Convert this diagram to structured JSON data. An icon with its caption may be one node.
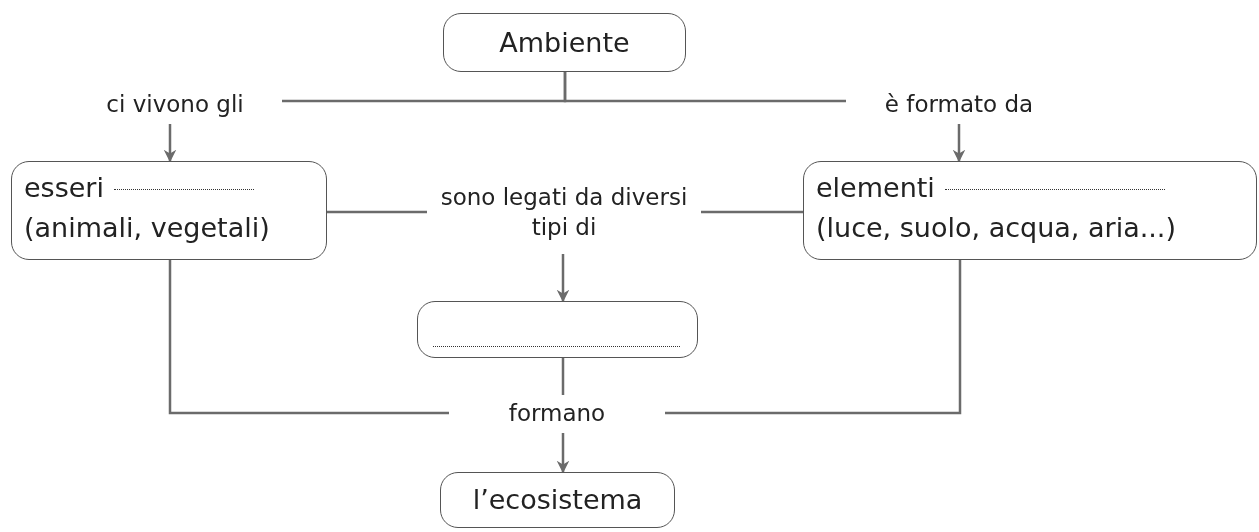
{
  "diagram": {
    "nodes": [
      {
        "text": [
          "Ambiente"
        ]
      },
      {
        "text": [
          "ci vivono gli"
        ]
      },
      {
        "text": [
          "è formato da"
        ]
      },
      {
        "text": [
          "esseri",
          "(animali, vegetali)"
        ]
      },
      {
        "text": [
          "sono legati da diversi tipi di"
        ]
      },
      {
        "text": [
          "elementi",
          "(luce, suolo, acqua, aria...)"
        ]
      },
      {
        "text": [],
        "shape": "box"
      },
      {
        "text": [
          "formano"
        ]
      },
      {
        "text": [
          "l’ecosistema"
        ]
      }
    ],
    "edges": [
      {
        "from": 0,
        "to": 1,
        "arrow": "none"
      },
      {
        "from": 0,
        "to": 2,
        "arrow": "none"
      },
      {
        "from": 1,
        "to": 3,
        "arrow": "to"
      },
      {
        "from": 2,
        "to": 5,
        "arrow": "to"
      },
      {
        "from": 3,
        "to": 4,
        "arrow": "none"
      },
      {
        "from": 5,
        "to": 4,
        "arrow": "none"
      },
      {
        "from": 4,
        "to": 6,
        "arrow": "to"
      },
      {
        "from": 3,
        "to": 7,
        "arrow": "none"
      },
      {
        "from": 5,
        "to": 7,
        "arrow": "none"
      },
      {
        "from": 6,
        "to": 7,
        "arrow": "none"
      },
      {
        "from": 7,
        "to": 8,
        "arrow": "to"
      }
    ]
  }
}
